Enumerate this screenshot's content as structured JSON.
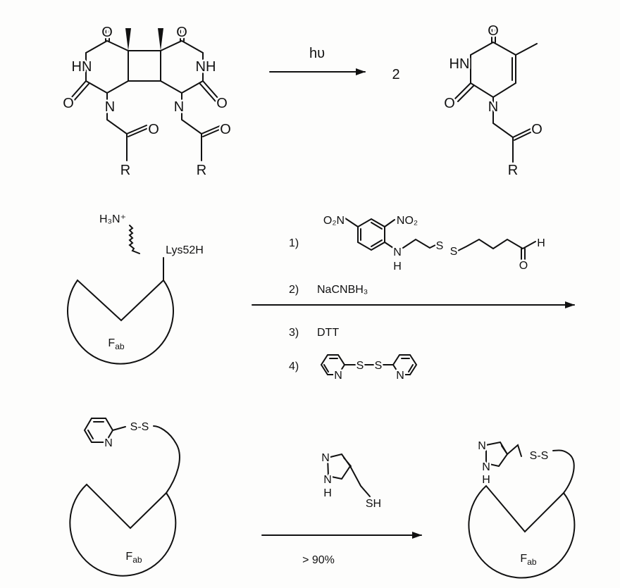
{
  "scheme1": {
    "dimer": {
      "O": "O",
      "HN": "HN",
      "NH": "NH",
      "N": "N",
      "R": "R"
    },
    "arrow_label": "hυ",
    "coefficient": "2",
    "monomer": {
      "O": "O",
      "HN": "HN",
      "N": "N",
      "R": "R"
    }
  },
  "scheme2": {
    "amine": "H₃N⁺",
    "residue": "Lys52H",
    "fab": {
      "main": "F",
      "sub": "ab"
    },
    "steps": [
      {
        "num": "1)",
        "reagent": {
          "o2n": "O₂N",
          "no2": "NO₂",
          "N": "N",
          "H": "H",
          "S": "S",
          "O": "O"
        }
      },
      {
        "num": "2)",
        "label": "NaCNBH₃"
      },
      {
        "num": "3)",
        "label": "DTT"
      },
      {
        "num": "4)",
        "reagent": {
          "S": "S",
          "N": "N"
        }
      }
    ]
  },
  "scheme3": {
    "pyridyl": {
      "N": "N",
      "SS": "S-S"
    },
    "fab": {
      "main": "F",
      "sub": "ab"
    },
    "reagent": {
      "N": "N",
      "H": "H",
      "SH": "SH"
    },
    "yield": "> 90%",
    "product": {
      "N": "N",
      "H": "H",
      "SS": "S-S"
    }
  }
}
